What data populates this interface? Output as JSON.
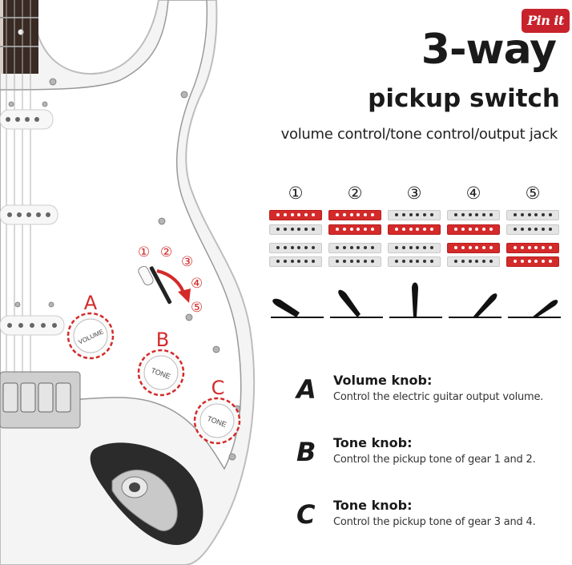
{
  "pin_button": {
    "label": "Pin it",
    "color": "#c8232c"
  },
  "title": {
    "line1": "3-way",
    "line2": "pickup switch"
  },
  "subtitle": "volume control/tone control/output jack",
  "positions": [
    {
      "label": "①",
      "active_pickups": [
        1
      ]
    },
    {
      "label": "②",
      "active_pickups": [
        1,
        2
      ]
    },
    {
      "label": "③",
      "active_pickups": [
        2
      ]
    },
    {
      "label": "④",
      "active_pickups": [
        2,
        3
      ]
    },
    {
      "label": "⑤",
      "active_pickups": [
        3
      ]
    }
  ],
  "diagram": {
    "switch_labels": [
      "①",
      "②",
      "③",
      "④",
      "⑤"
    ],
    "knob_letters": [
      "A",
      "B",
      "C"
    ],
    "knob_texts": [
      "VOLUME",
      "TONE",
      "TONE"
    ],
    "accent_color": "#d42a2a"
  },
  "legend": [
    {
      "letter": "A",
      "title": "Volume knob:",
      "desc": "Control the electric guitar output volume."
    },
    {
      "letter": "B",
      "title": "Tone knob:",
      "desc": "Control the pickup tone of gear 1 and 2."
    },
    {
      "letter": "C",
      "title": "Tone knob:",
      "desc": "Control the pickup tone of gear 3 and 4."
    }
  ]
}
